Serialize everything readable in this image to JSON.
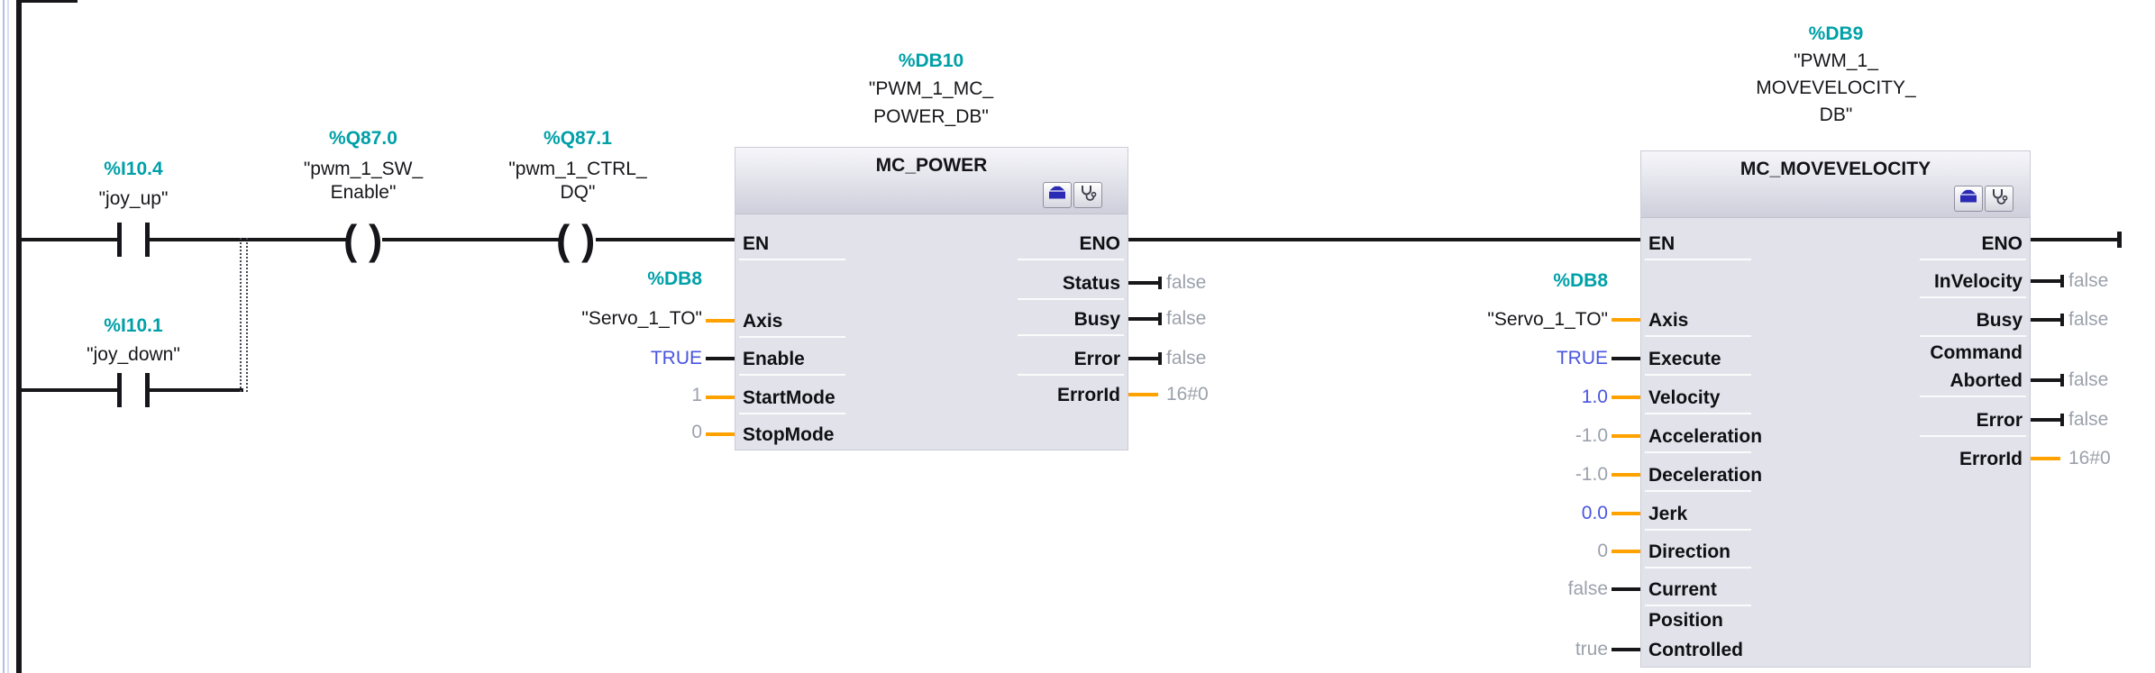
{
  "app": {
    "name": "LAD network editor"
  },
  "glyphs": {
    "coil_open": "(",
    "coil_close": ")"
  },
  "colors": {
    "address_teal": "#00A0A8",
    "value_set_blue": "#4A55E0",
    "value_default_gray": "#9BA1AB",
    "connector_orange": "#FFA200",
    "wire_black": "#17171a",
    "block_body": "#E2E2EB",
    "block_header": "#CFCFDC"
  },
  "icons": {
    "box": "toolbox-icon",
    "diagnostics": "stethoscope-icon"
  },
  "ladder": {
    "contacts": [
      {
        "address": "%I10.4",
        "name": "\"joy_up\""
      },
      {
        "address": "%I10.1",
        "name": "\"joy_down\""
      }
    ],
    "coils": [
      {
        "address": "%Q87.0",
        "name_line1": "\"pwm_1_SW_",
        "name_line2": "Enable\""
      },
      {
        "address": "%Q87.1",
        "name_line1": "\"pwm_1_CTRL_",
        "name_line2": "DQ\""
      }
    ]
  },
  "mc_power": {
    "db_address": "%DB10",
    "db_name_line1": "\"PWM_1_MC_",
    "db_name_line2": "POWER_DB\"",
    "title": "MC_POWER",
    "en_label": "EN",
    "eno_label": "ENO",
    "inputs": {
      "axis": {
        "label": "Axis",
        "value_address": "%DB8",
        "value_name": "\"Servo_1_TO\""
      },
      "enable": {
        "label": "Enable",
        "value": "TRUE"
      },
      "startmode": {
        "label": "StartMode",
        "value": "1"
      },
      "stopmode": {
        "label": "StopMode",
        "value": "0"
      }
    },
    "outputs": {
      "status": {
        "label": "Status",
        "value": "false"
      },
      "busy": {
        "label": "Busy",
        "value": "false"
      },
      "error": {
        "label": "Error",
        "value": "false"
      },
      "errorid": {
        "label": "ErrorId",
        "value": "16#0"
      }
    }
  },
  "mc_movevelocity": {
    "db_address": "%DB9",
    "db_name_line1": "\"PWM_1_",
    "db_name_line2": "MOVEVELOCITY_",
    "db_name_line3": "DB\"",
    "title": "MC_MOVEVELOCITY",
    "en_label": "EN",
    "eno_label": "ENO",
    "inputs": {
      "axis": {
        "label": "Axis",
        "value_address": "%DB8",
        "value_name": "\"Servo_1_TO\""
      },
      "execute": {
        "label": "Execute",
        "value": "TRUE"
      },
      "velocity": {
        "label": "Velocity",
        "value": "1.0"
      },
      "acceleration": {
        "label": "Acceleration",
        "value": "-1.0"
      },
      "deceleration": {
        "label": "Deceleration",
        "value": "-1.0"
      },
      "jerk": {
        "label": "Jerk",
        "value": "0.0"
      },
      "direction": {
        "label": "Direction",
        "value": "0"
      },
      "current": {
        "label": "Current",
        "value": "false"
      },
      "position_controlled": {
        "label_line1": "Position",
        "label_line2": "Controlled",
        "value": "true"
      }
    },
    "outputs": {
      "invelocity": {
        "label": "InVelocity",
        "value": "false"
      },
      "busy": {
        "label": "Busy",
        "value": "false"
      },
      "command_aborted": {
        "label_line1": "Command",
        "label_line2": "Aborted",
        "value": "false"
      },
      "error": {
        "label": "Error",
        "value": "false"
      },
      "errorid": {
        "label": "ErrorId",
        "value": "16#0"
      }
    }
  }
}
